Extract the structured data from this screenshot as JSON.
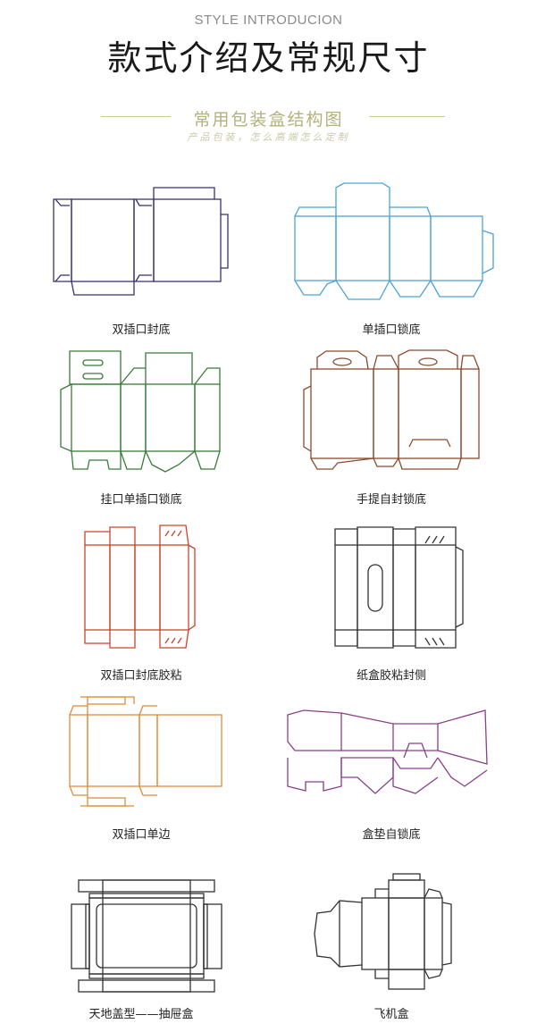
{
  "header": {
    "subtitle_en": "STYLE INTRODUCION",
    "title": "款式介绍及常规尺寸"
  },
  "section": {
    "title": "常用包装盒结构图",
    "subtitle": "产品包装，怎么高端怎么定制",
    "line_color": "#c9c99e"
  },
  "boxes": [
    {
      "label": "双插口封底",
      "color": "#3b2f6e"
    },
    {
      "label": "单插口锁底",
      "color": "#4aa3d8"
    },
    {
      "label": "挂口单插口锁底",
      "color": "#3a7a3a"
    },
    {
      "label": "手提自封锁底",
      "color": "#8b4a2e"
    },
    {
      "label": "双插口封底胶粘",
      "color": "#c8442a"
    },
    {
      "label": "纸盒胶粘封侧",
      "color": "#333333"
    },
    {
      "label": "双插口单边",
      "color": "#e08a3a"
    },
    {
      "label": "盒垫自锁底",
      "color": "#8a3f8a"
    },
    {
      "label": "天地盖型——抽屉盒",
      "color": "#333333"
    },
    {
      "label": "飞机盒",
      "color": "#333333"
    }
  ]
}
